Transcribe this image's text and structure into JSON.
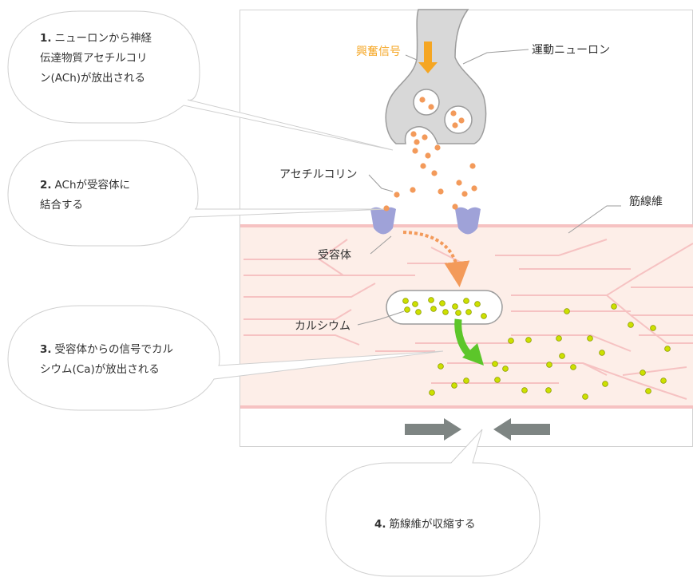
{
  "labels": {
    "excitation_signal": "興奮信号",
    "motor_neuron": "運動ニューロン",
    "acetylcholine": "アセチルコリン",
    "receptor": "受容体",
    "muscle_fiber": "筋線維",
    "calcium": "カルシウム"
  },
  "steps": [
    {
      "num": "1.",
      "lines": [
        "ニューロンから神経",
        "伝達物質アセチルコリ",
        "ン(ACh)が放出される"
      ]
    },
    {
      "num": "2.",
      "lines": [
        "AChが受容体に",
        "結合する"
      ]
    },
    {
      "num": "3.",
      "lines": [
        "受容体からの信号でカル",
        "シウム(Ca)が放出される"
      ]
    },
    {
      "num": "4.",
      "lines": [
        "筋線維が収縮する"
      ]
    }
  ],
  "colors": {
    "ach": "#f39a5a",
    "calcium": "#cde000",
    "receptor": "#9fa2d8",
    "neuron": "#d8d8d8",
    "muscle": "#fdeee8",
    "muscle_line": "#f6c2c2",
    "signal": "#f5a623",
    "calcium_arrow": "#5cc62a",
    "contract_arrow": "#7e8583"
  }
}
